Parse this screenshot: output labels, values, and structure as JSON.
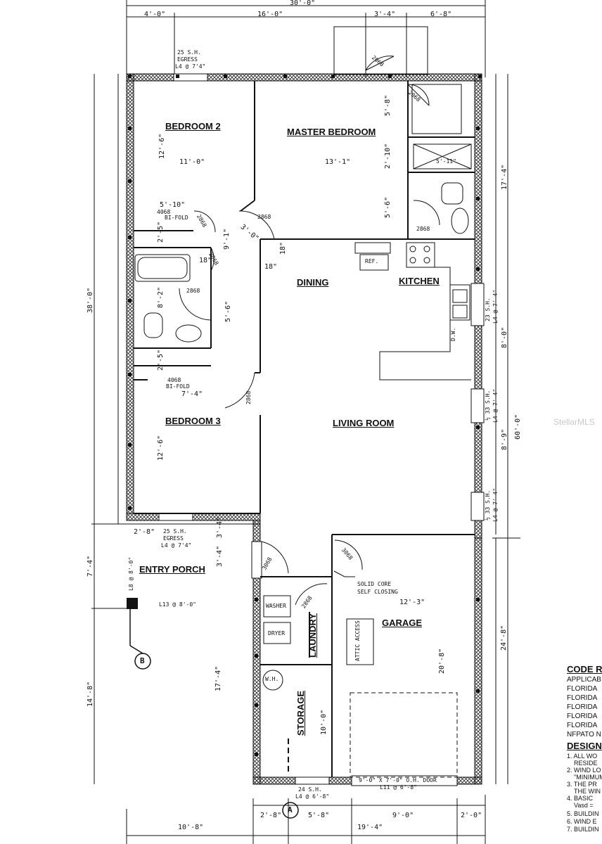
{
  "rooms": {
    "bedroom2": "BEDROOM 2",
    "master": "MASTER BEDROOM",
    "dining": "DINING",
    "kitchen": "KITCHEN",
    "bedroom3": "BEDROOM 3",
    "living": "LIVING ROOM",
    "entry": "ENTRY PORCH",
    "garage": "GARAGE",
    "laundry": "LAUNDRY",
    "storage": "STORAGE"
  },
  "fixtures": {
    "ref": "REF.",
    "dw": "D.W.",
    "washer": "WASHER",
    "dryer": "DRYER",
    "wh": "W.H.",
    "attic": "ATTIC ACCESS",
    "solid1": "SOLID CORE",
    "solid2": "SELF CLOSING"
  },
  "windows": {
    "egress_top1": "25 S.H.",
    "egress_top2": "EGRESS",
    "egress_top3": "L4 @ 7'4\"",
    "egress_bot1": "25 S.H.",
    "egress_bot2": "EGRESS",
    "egress_bot3": "L4 @ 7'4\"",
    "kitchen_win": "23 S.H.",
    "kitchen_lintel": "L4 @ 7'-4\"",
    "living_win1": "½ 33 S.H.",
    "living_lintel1": "L4 @ 7'-4\"",
    "living_win2": "½ 33 S.H.",
    "living_lintel2": "L4 @ 7'-4\"",
    "garage_win": "24 S.H.",
    "garage_lintel": "L4 @ 6'-8\"",
    "lintel_porch": "L13 @ 8'-0\"",
    "lintel_porch_v": "L8 @ 8'-0\"",
    "ohdoor": "9'-0\" X 7'-0\" O.H. DOOR",
    "ohlintel": "L11 @ 6'-8\""
  },
  "doors": {
    "d1": "2068",
    "d2": "2068",
    "d3": "2868",
    "d4": "2868",
    "d5": "2068",
    "d6": "2868",
    "d7": "2868",
    "d8": "3068",
    "d9": "3068",
    "d10": "2868",
    "d11": "2868",
    "bifold1a": "4068",
    "bifold1b": "BI-FOLD",
    "bifold2a": "4068",
    "bifold2b": "BI-FOLD",
    "shower": "5'-11\""
  },
  "dims": {
    "top_total": "30'-0\"",
    "top_a": "4'-0\"",
    "top_b": "16'-0\"",
    "top_c": "3'-4\"",
    "top_d": "6'-8\"",
    "b2_w": "11'-0\"",
    "b2_h": "12'-6\"",
    "mb_w": "13'-1\"",
    "mb_a": "5'-8\"",
    "mb_b": "2'-10\"",
    "mb_c": "5'-6\"",
    "r_top": "17'-4\"",
    "hall_a": "5'-10\"",
    "hall_b": "3'-0\"",
    "hall_c": "9'-1\"",
    "h18a": "18\"",
    "h18b": "18\"",
    "h18c": "18\"",
    "left_total": "38'-0\"",
    "c2_5": "2'-5\"",
    "bath_a": "8'-2\"",
    "bath_b": "5'-6\"",
    "c2_5b": "2'-5\"",
    "b3_w": "7'-4\"",
    "b3_h": "12'-6\"",
    "r_8_0": "8'-0\"",
    "r_60": "60'-0\"",
    "r_8_9": "8'-9\"",
    "porch_a": "2'-8\"",
    "porch_b": "3'-4\"",
    "porch_c": "3'-4\"",
    "left_7_4": "7'-4\"",
    "garage_w": "12'-3\"",
    "r_24_8": "24'-8\"",
    "g_h": "20'-8\"",
    "left_14_8": "14'-8\"",
    "st_h": "17'-4\"",
    "st_b": "10'-0\"",
    "bot_a": "2'-8\"",
    "bot_b": "5'-8\"",
    "bot_c": "9'-0\"",
    "bot_d": "2'-0\"",
    "bot_e": "19'-4\"",
    "bot_f": "10'-8\""
  },
  "markers": {
    "b": "B",
    "a": "A"
  },
  "code_panel": {
    "heading": "CODE R",
    "lines": [
      "APPLICAB",
      "FLORIDA",
      "FLORIDA",
      "FLORIDA",
      "FLORIDA",
      "FLORIDA",
      "NFPATO N"
    ],
    "design_heading": "DESIGN",
    "design_lines": [
      "1. ALL WO",
      "RESIDE",
      "2. WIND LO",
      "\"MINIMUM",
      "3. THE PR",
      "THE WIN",
      "4. BASIC",
      "Vasd =",
      "5. BUILDIN",
      "6. WIND E",
      "7. BUILDIN"
    ]
  },
  "watermark": "StellarMLS"
}
